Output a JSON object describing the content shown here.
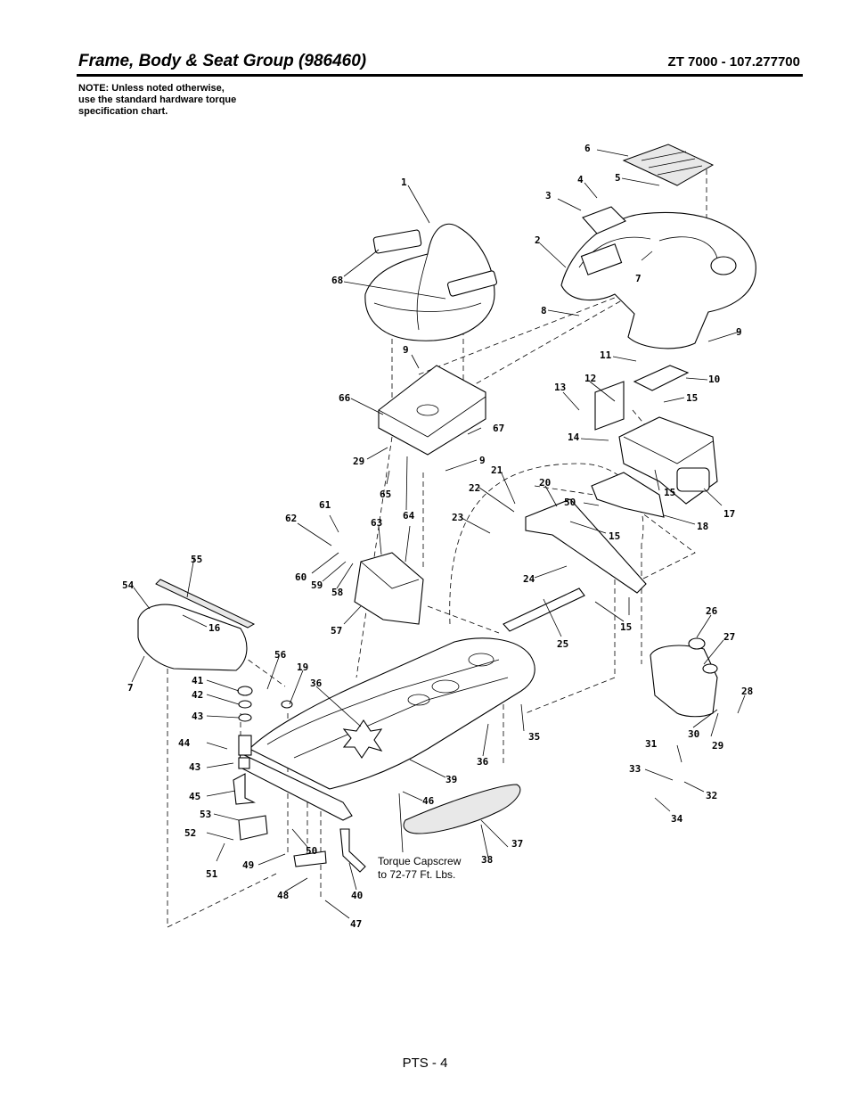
{
  "header": {
    "title": "Frame, Body & Seat Group (986460)",
    "model": "ZT 7000 - 107.277700"
  },
  "note": {
    "lines": [
      "NOTE: Unless noted otherwise,",
      "use the standard hardware torque",
      "specification chart."
    ]
  },
  "torque_note": {
    "lines": [
      "Torque Capscrew",
      "to 72-77 Ft. Lbs."
    ]
  },
  "callouts": [
    "1",
    "2",
    "3",
    "4",
    "5",
    "6",
    "7",
    "7",
    "8",
    "9",
    "9",
    "9",
    "10",
    "11",
    "12",
    "13",
    "14",
    "15",
    "15",
    "15",
    "15",
    "16",
    "17",
    "18",
    "19",
    "20",
    "21",
    "22",
    "23",
    "24",
    "25",
    "26",
    "27",
    "28",
    "29",
    "29",
    "30",
    "31",
    "32",
    "33",
    "34",
    "35",
    "36",
    "36",
    "37",
    "38",
    "39",
    "40",
    "41",
    "42",
    "43",
    "43",
    "44",
    "45",
    "46",
    "47",
    "48",
    "49",
    "50",
    "50",
    "51",
    "52",
    "53",
    "54",
    "55",
    "56",
    "57",
    "58",
    "59",
    "60",
    "61",
    "62",
    "63",
    "64",
    "65",
    "66",
    "67",
    "68"
  ],
  "footer": {
    "page": "PTS - 4"
  }
}
